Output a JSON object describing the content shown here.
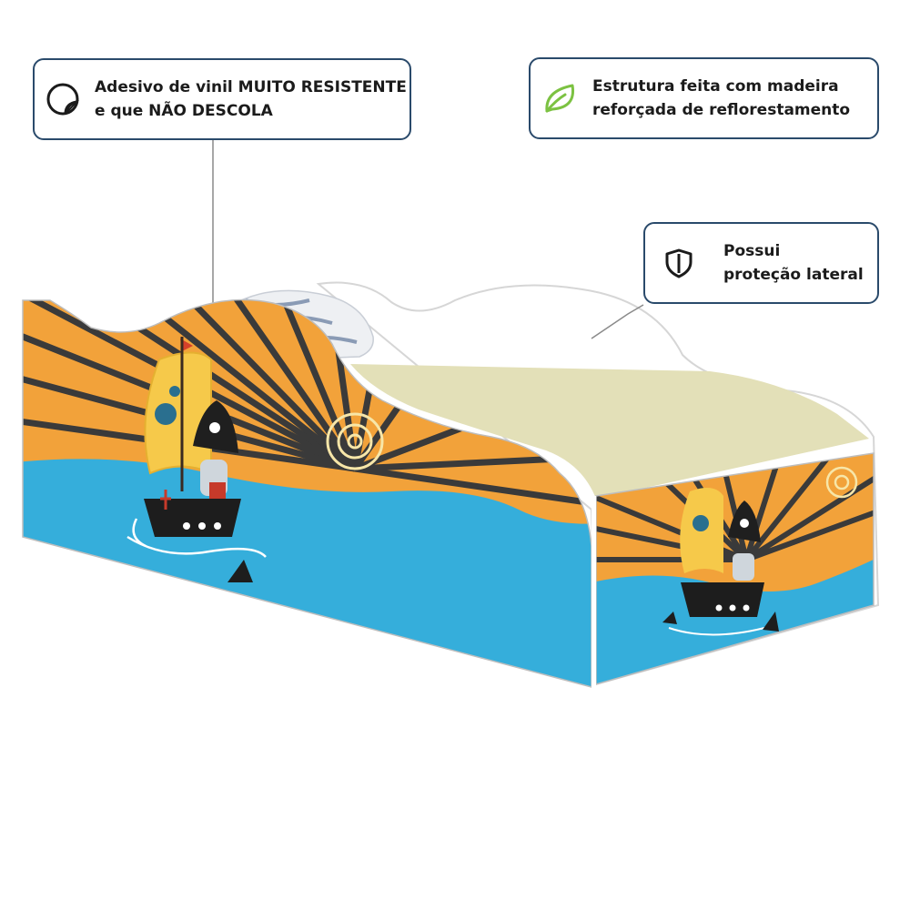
{
  "callouts": {
    "vinyl": {
      "line1": "Adesivo de vinil MUITO RESISTENTE",
      "line2": "e que NÃO DESCOLA",
      "icon": "sticker-peel-icon"
    },
    "structure": {
      "line1": "Estrutura feita com madeira",
      "line2": "reforçada de reflorestamento",
      "icon": "leaf-icon"
    },
    "protection": {
      "line1": "Possui",
      "line2": "proteção lateral",
      "icon": "shield-icon"
    }
  },
  "colors": {
    "border": "#2a4a6b",
    "sky_orange": "#f2a23a",
    "sea_blue": "#35aedb",
    "mattress": "#e3e0b8",
    "leaf_green": "#7cc242"
  }
}
